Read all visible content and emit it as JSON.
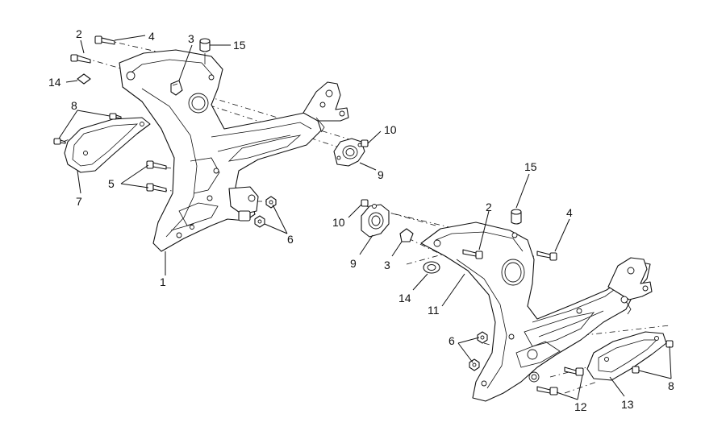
{
  "callouts": [
    {
      "id": "c1",
      "text": "1"
    },
    {
      "id": "c2a",
      "text": "2"
    },
    {
      "id": "c3a",
      "text": "3"
    },
    {
      "id": "c4a",
      "text": "4"
    },
    {
      "id": "c5",
      "text": "5"
    },
    {
      "id": "c6a",
      "text": "6"
    },
    {
      "id": "c7",
      "text": "7"
    },
    {
      "id": "c8a",
      "text": "8"
    },
    {
      "id": "c9a",
      "text": "9"
    },
    {
      "id": "c10a",
      "text": "10"
    },
    {
      "id": "c14a",
      "text": "14"
    },
    {
      "id": "c15a",
      "text": "15"
    },
    {
      "id": "c2b",
      "text": "2"
    },
    {
      "id": "c3b",
      "text": "3"
    },
    {
      "id": "c4b",
      "text": "4"
    },
    {
      "id": "c6b",
      "text": "6"
    },
    {
      "id": "c8b",
      "text": "8"
    },
    {
      "id": "c9b",
      "text": "9"
    },
    {
      "id": "c10b",
      "text": "10"
    },
    {
      "id": "c11",
      "text": "11"
    },
    {
      "id": "c12",
      "text": "12"
    },
    {
      "id": "c13",
      "text": "13"
    },
    {
      "id": "c14b",
      "text": "14"
    },
    {
      "id": "c15b",
      "text": "15"
    }
  ]
}
